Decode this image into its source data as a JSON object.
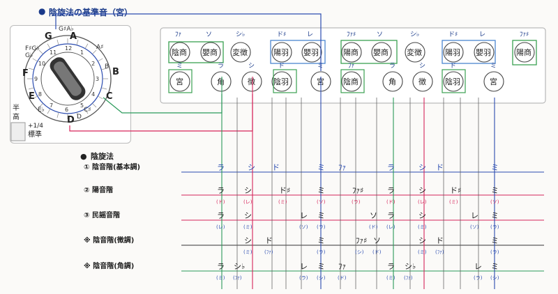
{
  "header": {
    "title": "陰旋法の基準音（宮）"
  },
  "dial": {
    "outer_labels": [
      "G",
      "A",
      "B",
      "C",
      "D",
      "E",
      "F"
    ],
    "inner_labels": [
      "G♯A♭",
      "A♯",
      "B",
      "C♯",
      "D",
      "E♭",
      "F♯G♭",
      "G♭"
    ],
    "numbers": [
      "12",
      "1",
      "2",
      "3",
      "4",
      "5",
      "6",
      "7",
      "8",
      "9",
      "10",
      "11"
    ],
    "side_labels": {
      "han_takai": "半\n高",
      "quarter": "+1/4",
      "hyojun": "標準"
    }
  },
  "top_panel": {
    "row1_small": [
      "ﾌｧ",
      "ソ",
      "シ♭",
      "ド♯",
      "レ",
      "ﾌｧ♯",
      "ソ",
      "シ♭",
      "ド♯",
      "レ",
      "ﾌｧ♯"
    ],
    "row1_circles": [
      "陰商",
      "嬰商",
      "変徴",
      "陽羽",
      "嬰羽",
      "陽商",
      "嬰商",
      "変徴",
      "陽羽",
      "嬰羽",
      "陽商"
    ],
    "row2_small": [
      "ミ",
      "ラ",
      "シ",
      "ド",
      "ミ",
      "ﾌｧ",
      "ラ",
      "シ",
      "ド",
      "ミ"
    ],
    "row2_circles": [
      "宮",
      "角",
      "徴",
      "陰羽",
      "宮",
      "陰商",
      "角",
      "徴",
      "陰羽",
      "宮"
    ]
  },
  "scales": {
    "section_title": "陰旋法",
    "rows": [
      {
        "label": "① 陰音階(基本調)",
        "notes": [
          "ラ",
          "シ",
          "ド",
          "ミ",
          "ﾌｧ",
          "ラ",
          "シ",
          "ド",
          "ミ"
        ],
        "sub": []
      },
      {
        "label": "② 陽音階",
        "notes": [
          "ラ",
          "シ",
          "ド♯",
          "ミ",
          "ﾌｧ♯",
          "ラ",
          "シ",
          "ド♯",
          "ミ"
        ],
        "sub": [
          "(ド)",
          "(レ)",
          "(ミ)",
          "(ソ)",
          "(ラ)",
          "(ド)",
          "(レ)",
          "(ミ)",
          "(ソ)"
        ]
      },
      {
        "label": "③ 民謡音階",
        "notes": [
          "ラ",
          "シ",
          "レ",
          "ミ",
          "ソ",
          "ラ",
          "シ",
          "レ",
          "ミ"
        ],
        "sub": [
          "(レ)",
          "(ミ)",
          "(ソ)",
          "(ラ)",
          "(ド)",
          "(レ)",
          "(ミ)",
          "(ソ)",
          "(ラ)"
        ]
      },
      {
        "label": "※ 陰音階(徴調)",
        "notes": [
          "シ",
          "ド",
          "ミ",
          "ﾌｧ♯",
          "ソ",
          "シ",
          "ド",
          "ミ"
        ],
        "sub": [
          "(ミ)",
          "(ﾌｧ)",
          "(ラ)",
          "(シ)",
          "(ド)",
          "(ミ)",
          "(ﾌｧ)",
          "(ラ)"
        ]
      },
      {
        "label": "※ 陰音階(角調)",
        "notes": [
          "ラ",
          "シ♭",
          "レ",
          "ミ",
          "ﾌｧ",
          "ラ",
          "シ♭",
          "レ",
          "ミ"
        ],
        "sub": [
          "(ミ)",
          "(ﾌｧ)",
          "(ラ)",
          "(シ)",
          "(ド)",
          "(ミ)",
          "(ﾌｧ)",
          "(ラ)",
          "(シ)"
        ]
      }
    ]
  },
  "colors": {
    "blue": "#2a4bb0",
    "red": "#d6245a",
    "green": "#2a9a5a",
    "gray": "#333333",
    "box_green": "#3aa050",
    "box_blue": "#4a86d0"
  }
}
